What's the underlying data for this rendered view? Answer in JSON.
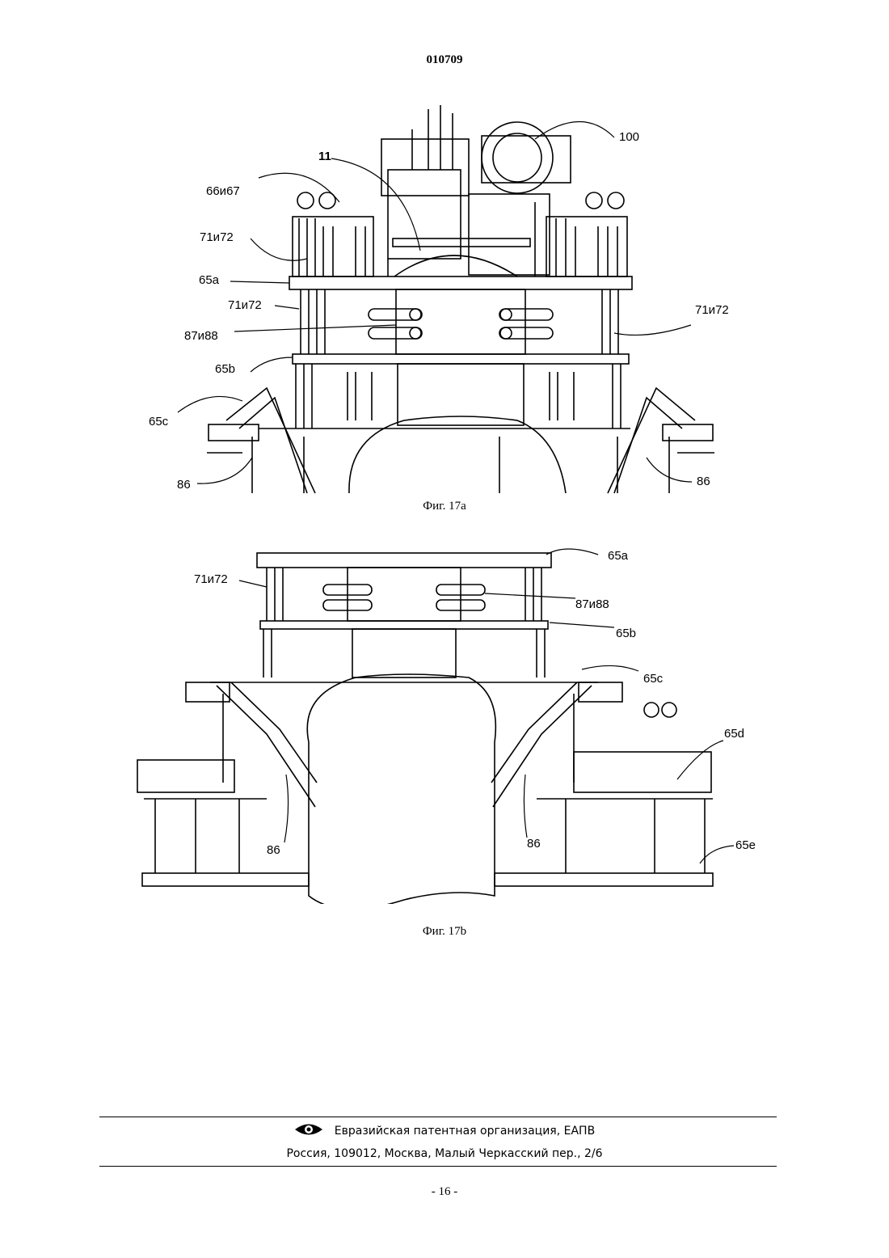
{
  "header": {
    "doc_number": "010709"
  },
  "figure_a": {
    "caption": "Фиг. 17a",
    "labels": {
      "l100": "100",
      "l11": "11",
      "l6667": "66и67",
      "l7172_top": "71и72",
      "l65a": "65a",
      "l7172_left": "71и72",
      "l7172_right": "71и72",
      "l8788": "87и88",
      "l65b": "65b",
      "l65c": "65c",
      "l86_left": "86",
      "l86_right": "86"
    }
  },
  "figure_b": {
    "caption": "Фиг. 17b",
    "labels": {
      "l65a": "65a",
      "l7172": "71и72",
      "l8788": "87и88",
      "l65b": "65b",
      "l65c": "65c",
      "l65d": "65d",
      "l86_left": "86",
      "l86_right": "86",
      "l65e": "65e"
    }
  },
  "footer": {
    "organization": "Евразийская патентная организация, ЕАПВ",
    "address": "Россия, 109012, Москва, Малый Черкасский пер., 2/6",
    "logo_icon": "eye-logo-icon"
  },
  "page_number": "- 16 -"
}
